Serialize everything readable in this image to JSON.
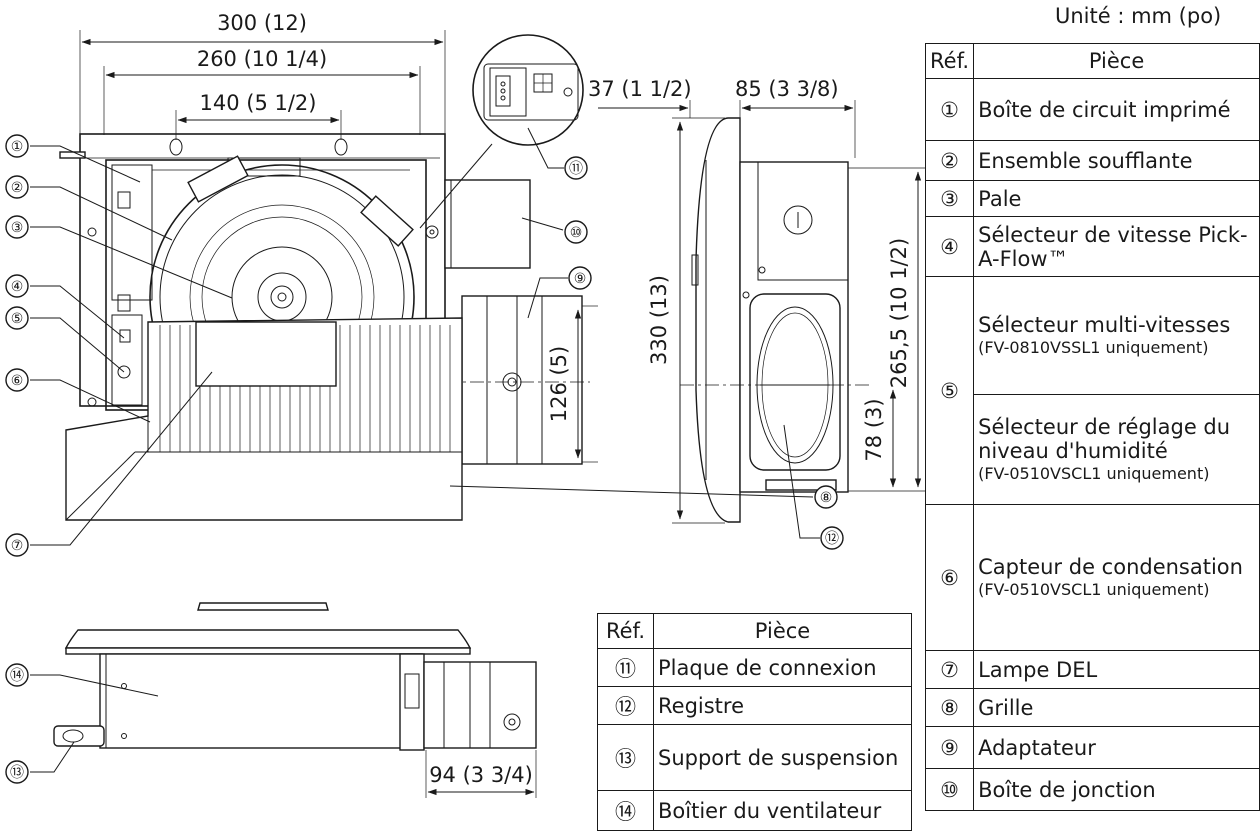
{
  "unit_label": "Unité : mm (po)",
  "dimensions": {
    "width_overall": "300 (12)",
    "width_inner": "260 (10 1/4)",
    "hole_spacing": "140 (5 1/2)",
    "face_depth": "37 (1 1/2)",
    "body_depth": "85 (3 3/8)",
    "height_overall": "330 (13)",
    "body_height": "265,5 (10 1/2)",
    "duct_offset": "78 (3)",
    "duct_diameter": "126 (5)",
    "duct_length": "94 (3 3/4)"
  },
  "callouts": [
    "①",
    "②",
    "③",
    "④",
    "⑤",
    "⑥",
    "⑦",
    "⑧",
    "⑨",
    "⑩",
    "⑪",
    "⑫",
    "⑬",
    "⑭"
  ],
  "main_table": {
    "header_ref": "Réf.",
    "header_part": "Pièce",
    "rows": [
      {
        "ref": "①",
        "name": "Boîte de circuit imprimé",
        "note": ""
      },
      {
        "ref": "②",
        "name": "Ensemble soufflante",
        "note": ""
      },
      {
        "ref": "③",
        "name": "Pale",
        "note": ""
      },
      {
        "ref": "④",
        "name": "Sélecteur de vitesse Pick-A-Flow™",
        "note": ""
      },
      {
        "ref": "⑤",
        "name": "Sélecteur multi-vitesses",
        "note": "(FV-0810VSSL1 uniquement)"
      },
      {
        "ref": "",
        "name": "Sélecteur de réglage du niveau d'humidité",
        "note": "(FV-0510VSCL1 uniquement)"
      },
      {
        "ref": "⑥",
        "name": "Capteur de condensation",
        "note": "(FV-0510VSCL1 uniquement)"
      },
      {
        "ref": "⑦",
        "name": "Lampe DEL",
        "note": ""
      },
      {
        "ref": "⑧",
        "name": "Grille",
        "note": ""
      },
      {
        "ref": "⑨",
        "name": "Adaptateur",
        "note": ""
      },
      {
        "ref": "⑩",
        "name": "Boîte de jonction",
        "note": ""
      }
    ]
  },
  "small_table": {
    "header_ref": "Réf.",
    "header_part": "Pièce",
    "rows": [
      {
        "ref": "⑪",
        "name": "Plaque de connexion"
      },
      {
        "ref": "⑫",
        "name": "Registre"
      },
      {
        "ref": "⑬",
        "name": "Support de suspension"
      },
      {
        "ref": "⑭",
        "name": "Boîtier du ventilateur"
      }
    ]
  }
}
